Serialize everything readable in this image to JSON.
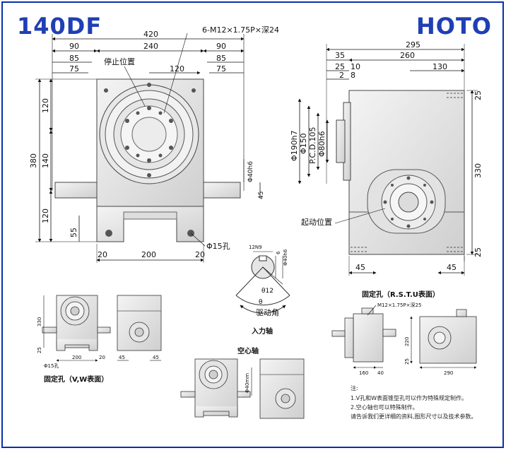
{
  "header": {
    "model": "140DF",
    "brand": "HOTO"
  },
  "front_view": {
    "hole_spec": "6-M12×1.75P×深24",
    "stop_label": "停止位置",
    "top_dims": [
      "420",
      "90",
      "240",
      "90",
      "85",
      "85",
      "75",
      "120",
      "75"
    ],
    "left_dims": [
      "380",
      "120",
      "140",
      "120",
      "55"
    ],
    "shaft_dia": "Φ40h6",
    "shaft_offset": "45",
    "hole_dia": "Φ15孔",
    "bottom_dims": [
      "20",
      "200",
      "20"
    ]
  },
  "side_view": {
    "top_dims": [
      "295",
      "35",
      "260",
      "25",
      "10",
      "2",
      "8",
      "130"
    ],
    "left_dims": [
      "Φ190h7",
      "Φ150",
      "P.C.D.105",
      "Φ80h6"
    ],
    "right_dims": [
      "25",
      "330",
      "25"
    ],
    "bottom_dims": [
      "45",
      "45"
    ],
    "start_label": "起动位置"
  },
  "input_detail": {
    "key_width": "12N9",
    "key_depth": "6",
    "shaft_dia": "Φ40h6",
    "angle_small": "θ12",
    "angle": "θ",
    "drive_angle": "驱动角",
    "title": "入力轴"
  },
  "mini_left": {
    "dims": [
      "330",
      "25",
      "Φ15孔",
      "200",
      "20",
      "45",
      "45"
    ],
    "title": "固定孔（V,W表面）"
  },
  "mini_right": {
    "title": "固定孔（R.S.T.U表面）",
    "hole_spec": "M12×1.75P×深25",
    "dims": [
      "220",
      "160",
      "40",
      "25",
      "290"
    ]
  },
  "mini_center": {
    "title": "空心轴",
    "dims": [
      "Φ40mm"
    ]
  },
  "notes": {
    "heading": "注:",
    "lines": [
      "1.V孔和W表面锥型孔可以作为特殊规定制作。",
      "2.空心轴也可以特殊制作。",
      "请告诉我们更详细的资料,图形尺寸以及技术参数。"
    ]
  },
  "colors": {
    "frame": "#0a2fa8",
    "brand": "#1f3fb4",
    "hatch": "#555555"
  }
}
